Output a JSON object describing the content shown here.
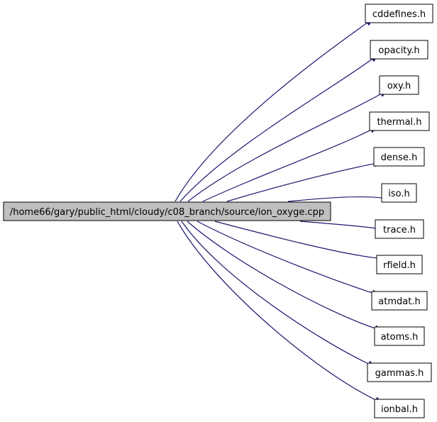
{
  "diagram": {
    "source_file": "/home66/gary/public_html/cloudy/c08_branch/source/ion_oxyge.cpp",
    "edge_color": "#191970",
    "includes": [
      {
        "label": "cddefines.h",
        "border_color": "#ff0000"
      },
      {
        "label": "opacity.h",
        "border_color": "#000000"
      },
      {
        "label": "oxy.h",
        "border_color": "#000000"
      },
      {
        "label": "thermal.h",
        "border_color": "#000000"
      },
      {
        "label": "dense.h",
        "border_color": "#000000"
      },
      {
        "label": "iso.h",
        "border_color": "#000000"
      },
      {
        "label": "trace.h",
        "border_color": "#000000"
      },
      {
        "label": "rfield.h",
        "border_color": "#000000"
      },
      {
        "label": "atmdat.h",
        "border_color": "#000000"
      },
      {
        "label": "atoms.h",
        "border_color": "#000000"
      },
      {
        "label": "gammas.h",
        "border_color": "#000000"
      },
      {
        "label": "ionbal.h",
        "border_color": "#000000"
      }
    ]
  }
}
